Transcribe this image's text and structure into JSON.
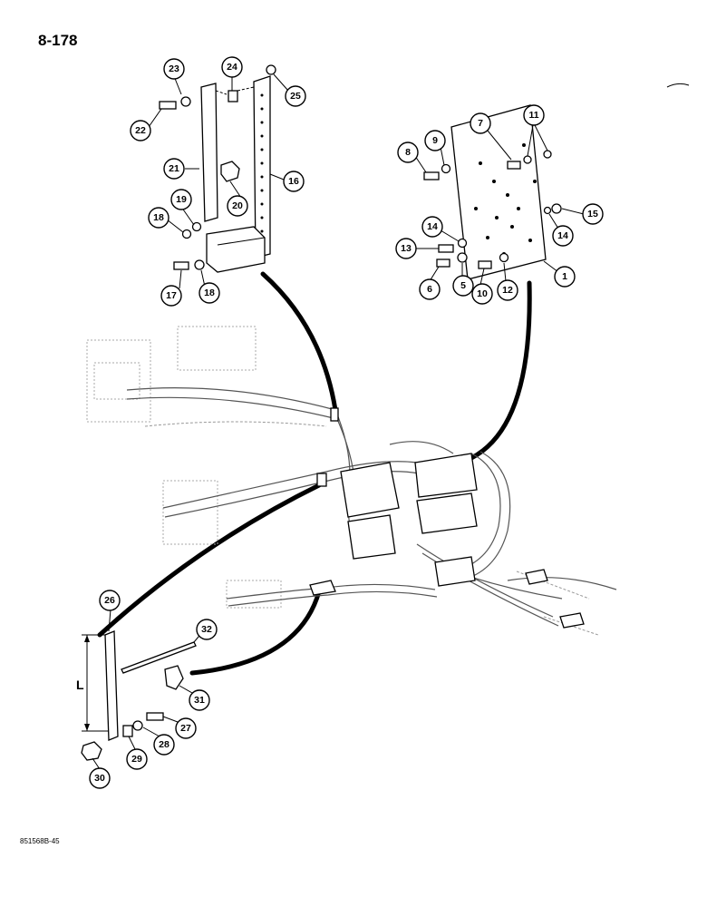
{
  "page": {
    "number": "8-178",
    "drawing_code": "851568B-45"
  },
  "dimension_label": "L",
  "callouts": [
    "1",
    "5",
    "6",
    "7",
    "8",
    "9",
    "10",
    "11",
    "12",
    "13",
    "14",
    "14",
    "15",
    "16",
    "17",
    "18",
    "18",
    "19",
    "20",
    "21",
    "22",
    "23",
    "24",
    "25",
    "26",
    "27",
    "28",
    "29",
    "30",
    "31",
    "32"
  ]
}
